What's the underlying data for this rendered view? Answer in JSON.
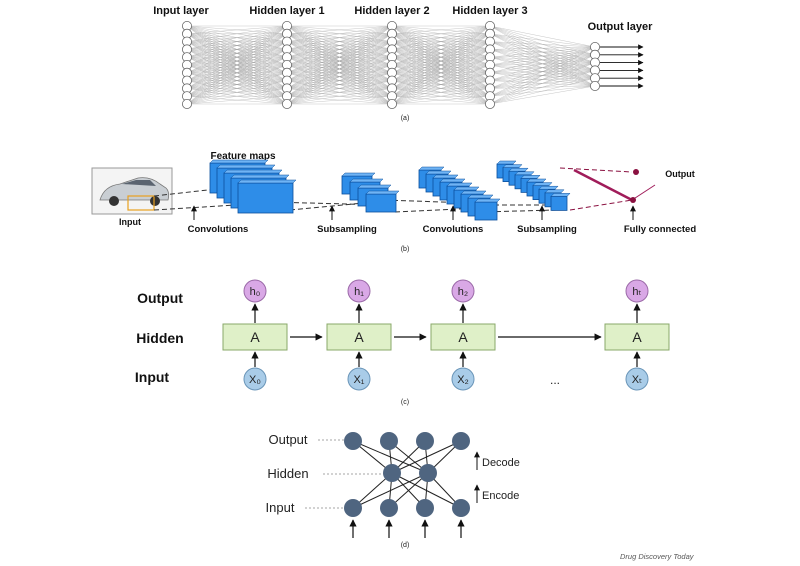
{
  "panel_a": {
    "caption": "(a)",
    "layers": [
      {
        "label": "Input layer",
        "nodes": 11
      },
      {
        "label": "Hidden layer 1",
        "nodes": 11
      },
      {
        "label": "Hidden layer 2",
        "nodes": 11
      },
      {
        "label": "Hidden layer 3",
        "nodes": 11
      },
      {
        "label": "Output layer",
        "nodes": 6
      }
    ]
  },
  "panel_b": {
    "caption": "(b)",
    "feature_maps_label": "Feature maps",
    "input_label": "Input",
    "output_label": "Output",
    "stages": [
      "Convolutions",
      "Subsampling",
      "Convolutions",
      "Subsampling",
      "Fully connected"
    ],
    "colors": {
      "map": "#2e8de8",
      "map_edge": "#0b4f9c",
      "output_node": "#8a1040",
      "fc_line": "#a01c5a"
    }
  },
  "panel_c": {
    "caption": "(c)",
    "row_labels": {
      "output": "Output",
      "hidden": "Hidden",
      "input": "Input"
    },
    "cell_label": "A",
    "ellipsis": "...",
    "steps": [
      {
        "h": "h₀",
        "x": "X₀"
      },
      {
        "h": "h₁",
        "x": "X₁"
      },
      {
        "h": "h₂",
        "x": "X₂"
      },
      {
        "h": "hₜ",
        "x": "Xₜ"
      }
    ],
    "colors": {
      "output_node": "#d9a8e6",
      "cell": "#dff0c8",
      "cell_edge": "#8aa86a",
      "input_node": "#a9cce8"
    }
  },
  "panel_d": {
    "caption": "(d)",
    "row_labels": {
      "output": "Output",
      "hidden": "Hidden",
      "input": "Input"
    },
    "decode_label": "Decode",
    "encode_label": "Encode",
    "colors": {
      "node": "#4f6580"
    }
  },
  "credit": "Drug Discovery Today"
}
